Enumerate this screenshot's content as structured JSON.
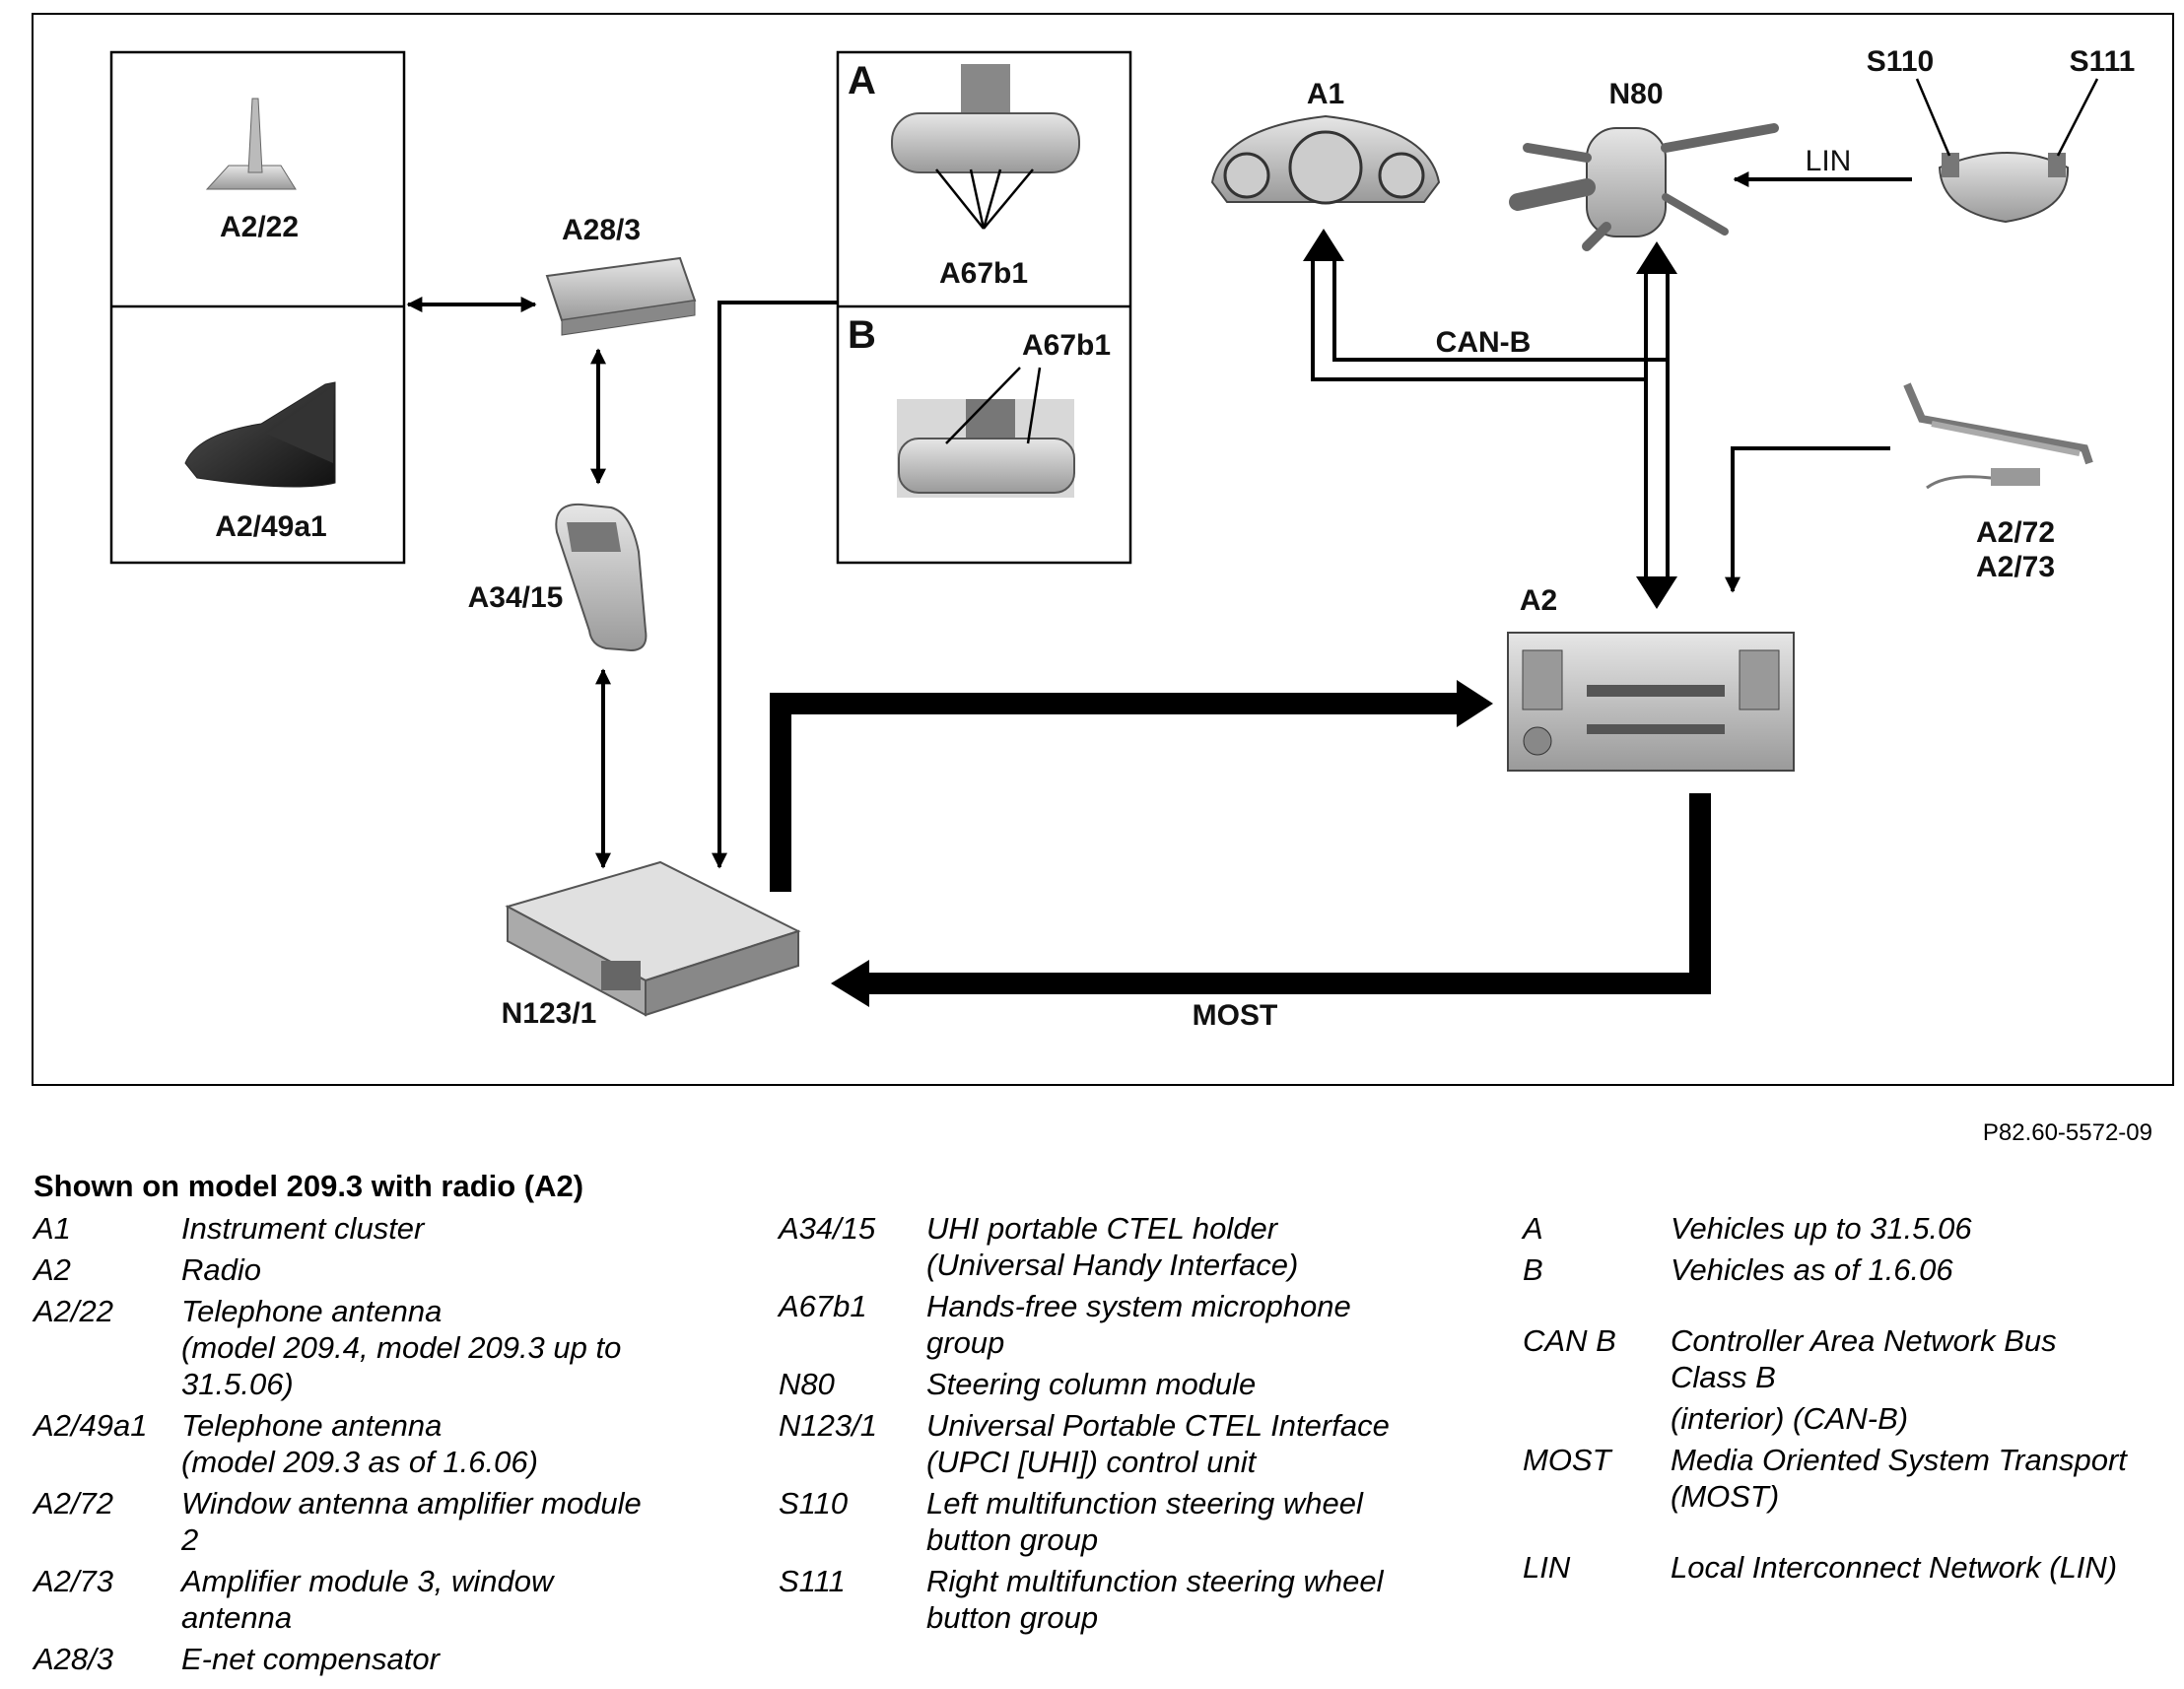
{
  "diagram": {
    "components": {
      "a2_22": "A2/22",
      "a2_49a1": "A2/49a1",
      "a28_3": "A28/3",
      "a34_15": "A34/15",
      "n123_1": "N123/1",
      "a67b1_a": "A67b1",
      "a67b1_b": "A67b1",
      "a1": "A1",
      "n80": "N80",
      "s110": "S110",
      "s111": "S111",
      "a2": "A2",
      "a2_72": "A2/72",
      "a2_73": "A2/73"
    },
    "variant_a": "A",
    "variant_b": "B",
    "bus": {
      "lin": "LIN",
      "can_b": "CAN-B",
      "most": "MOST"
    }
  },
  "figure_ref": "P82.60-5572-09",
  "legend": {
    "title": "Shown on model 209.3 with radio (A2)",
    "col1": [
      {
        "code": "A1",
        "desc": [
          "Instrument cluster"
        ]
      },
      {
        "code": "A2",
        "desc": [
          "Radio"
        ]
      },
      {
        "code": "A2/22",
        "desc": [
          "Telephone antenna",
          "(model 209.4, model 209.3 up to",
          "31.5.06)"
        ]
      },
      {
        "code": "A2/49a1",
        "desc": [
          "Telephone antenna",
          "(model 209.3 as of 1.6.06)"
        ]
      },
      {
        "code": "A2/72",
        "desc": [
          "Window antenna amplifier module",
          "2"
        ]
      },
      {
        "code": "A2/73",
        "desc": [
          "Amplifier module 3, window",
          "antenna"
        ]
      },
      {
        "code": "A28/3",
        "desc": [
          "E-net compensator"
        ]
      }
    ],
    "col2": [
      {
        "code": "A34/15",
        "desc": [
          "UHI portable CTEL holder",
          "(Universal Handy Interface)"
        ]
      },
      {
        "code": "A67b1",
        "desc": [
          "Hands-free system microphone",
          "group"
        ]
      },
      {
        "code": "N80",
        "desc": [
          "Steering column module"
        ]
      },
      {
        "code": "N123/1",
        "desc": [
          "Universal Portable CTEL Interface",
          "(UPCI [UHI]) control unit"
        ]
      },
      {
        "code": "S110",
        "desc": [
          "Left multifunction steering wheel",
          "button group"
        ]
      },
      {
        "code": "S111",
        "desc": [
          "Right multifunction steering wheel",
          "button group"
        ]
      }
    ],
    "col3_a": {
      "code": "A",
      "desc": [
        "Vehicles up to 31.5.06"
      ]
    },
    "col3_b": {
      "code": "B",
      "desc": [
        "Vehicles as of 1.6.06"
      ]
    },
    "col3_can": {
      "code": "CAN B",
      "desc": [
        "Controller Area Network Bus",
        "Class B"
      ]
    },
    "col3_can2": {
      "code": "",
      "desc": [
        "(interior) (CAN-B)"
      ]
    },
    "col3_most": {
      "code": "MOST",
      "desc": [
        "Media Oriented System Transport",
        "(MOST)"
      ]
    },
    "col3_lin": {
      "code": "LIN",
      "desc": [
        "Local Interconnect Network (LIN)"
      ]
    }
  }
}
